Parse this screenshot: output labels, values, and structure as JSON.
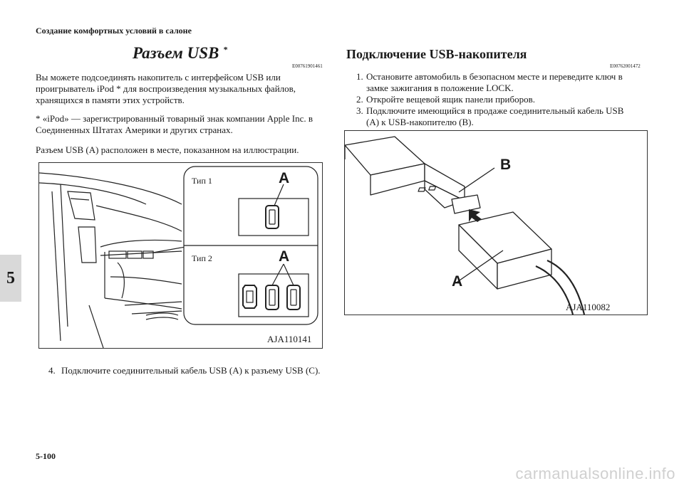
{
  "header": {
    "section_title": "Создание комфортных условий в салоне"
  },
  "chapter_tab": "5",
  "page_number": "5-100",
  "watermark": "carmanualsonline.info",
  "left": {
    "title": "Разъем USB",
    "title_mark": "*",
    "code": "E00761901461",
    "paragraph1": "Вы можете подсоединять накопитель с интерфейсом USB или проигрыватель iPod * для воспроизведения музыкальных файлов, хранящихся в памяти этих устройств.",
    "paragraph2": "* «iPod» — зарегистрированный товарный знак компании Apple Inc. в Соединенных Штатах Америки и других странах.",
    "paragraph3": "Разъем USB (A) расположен в месте, показанном на иллюстрации.",
    "figure": {
      "type1_label": "Тип 1",
      "type2_label": "Тип 2",
      "callout_a1": "A",
      "callout_a2": "A",
      "code": "AJA110141"
    },
    "step4_num": "4.",
    "step4_text": "Подключите соединительный кабель USB (A) к разъему USB (C)."
  },
  "right": {
    "title": "Подключение USB-накопителя",
    "code": "E00762001472",
    "steps": [
      {
        "num": "1.",
        "text": "Остановите автомобиль в безопасном месте и переведите ключ в замке зажигания в положение LOCK."
      },
      {
        "num": "2.",
        "text": "Откройте вещевой ящик панели приборов."
      },
      {
        "num": "3.",
        "text": "Подключите имеющийся в продаже соединительный кабель USB (A) к USB-накопителю (B)."
      }
    ],
    "figure": {
      "callout_b": "B",
      "callout_a": "A",
      "code": "AJA110082"
    }
  }
}
